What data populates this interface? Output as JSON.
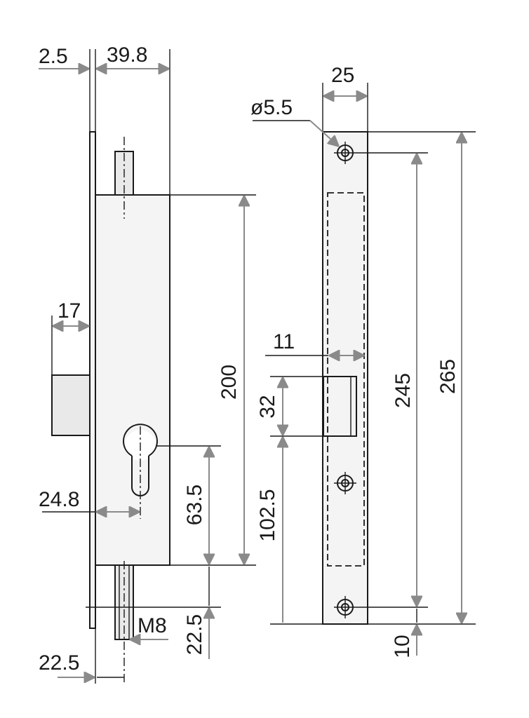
{
  "diagram": {
    "side_view": {
      "dims": {
        "faceplate_thickness": "2.5",
        "case_depth": "39.8",
        "bolt_projection": "17",
        "backset": "24.8",
        "cylinder_offset": "63.5",
        "case_height": "200",
        "rod_offset": "22.5",
        "rod_thread": "M8",
        "rod_spacing": "22.5"
      }
    },
    "front_view": {
      "dims": {
        "plate_width": "25",
        "hole_diameter": "ø5.5",
        "bolt_slot_width": "11",
        "bolt_slot_height": "32",
        "slot_from_bottom": "102.5",
        "hole_spacing": "245",
        "plate_height": "265",
        "bottom_hole_offset": "10"
      }
    }
  }
}
